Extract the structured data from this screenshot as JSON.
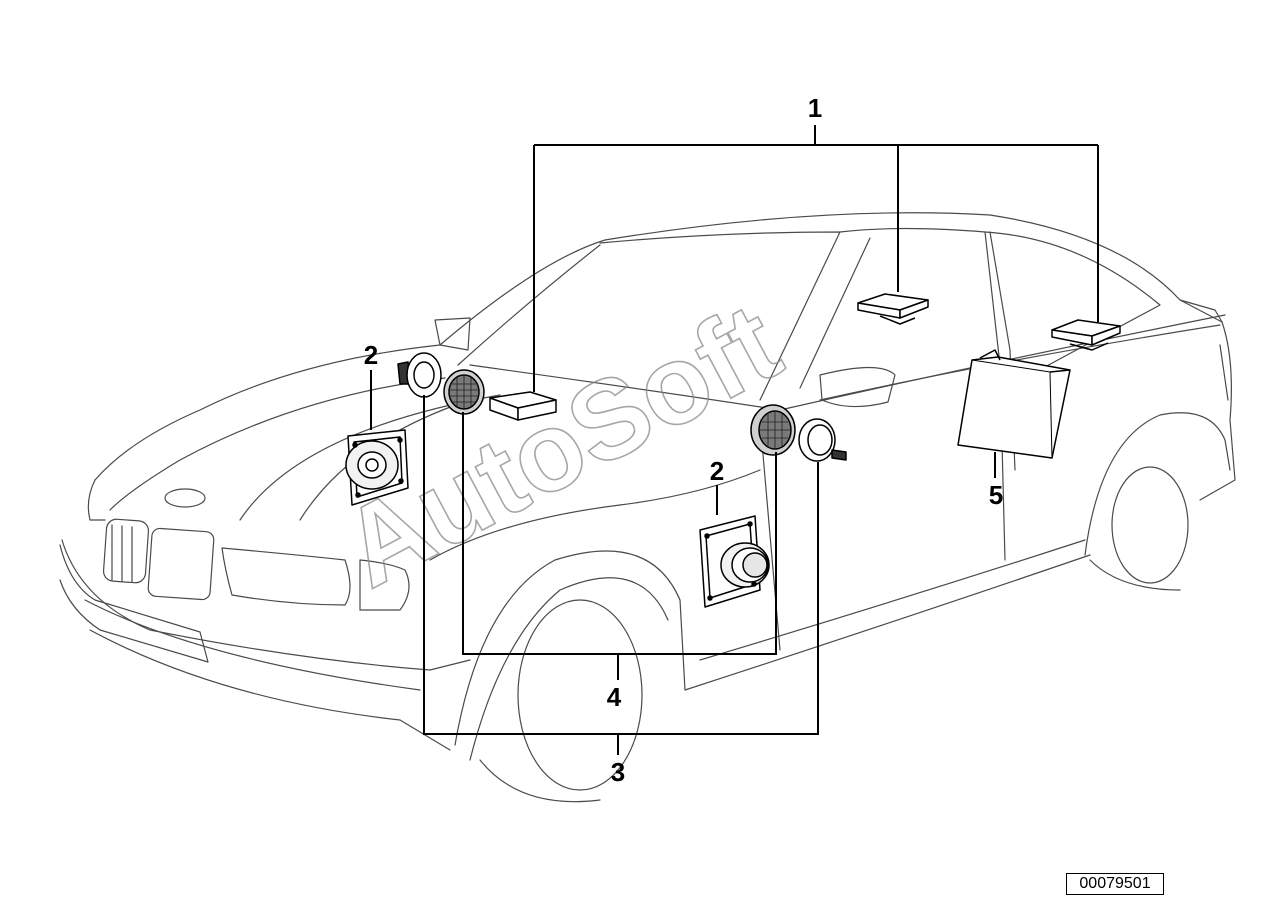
{
  "diagram": {
    "callouts": {
      "c1": "1",
      "c2a": "2",
      "c2b": "2",
      "c3": "3",
      "c4": "4",
      "c5": "5"
    },
    "watermark": "AutoSoft",
    "reference_number": "00079501"
  },
  "colors": {
    "line": "#000000",
    "outline": "#4a4a4a",
    "watermark": "#8a8a8a",
    "background": "#ffffff"
  }
}
